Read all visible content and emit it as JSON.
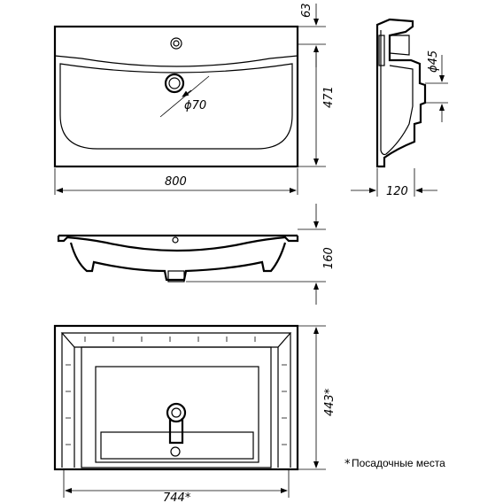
{
  "dimensions": {
    "top_width": "800",
    "top_rim": "63",
    "top_depth": "471",
    "drain_dia": "ϕ70",
    "side_dia": "ϕ45",
    "side_depth": "120",
    "front_height": "160",
    "mount_depth": "443*",
    "mount_width": "744*"
  },
  "note": {
    "marker": "*",
    "text": "Посадочные места"
  }
}
